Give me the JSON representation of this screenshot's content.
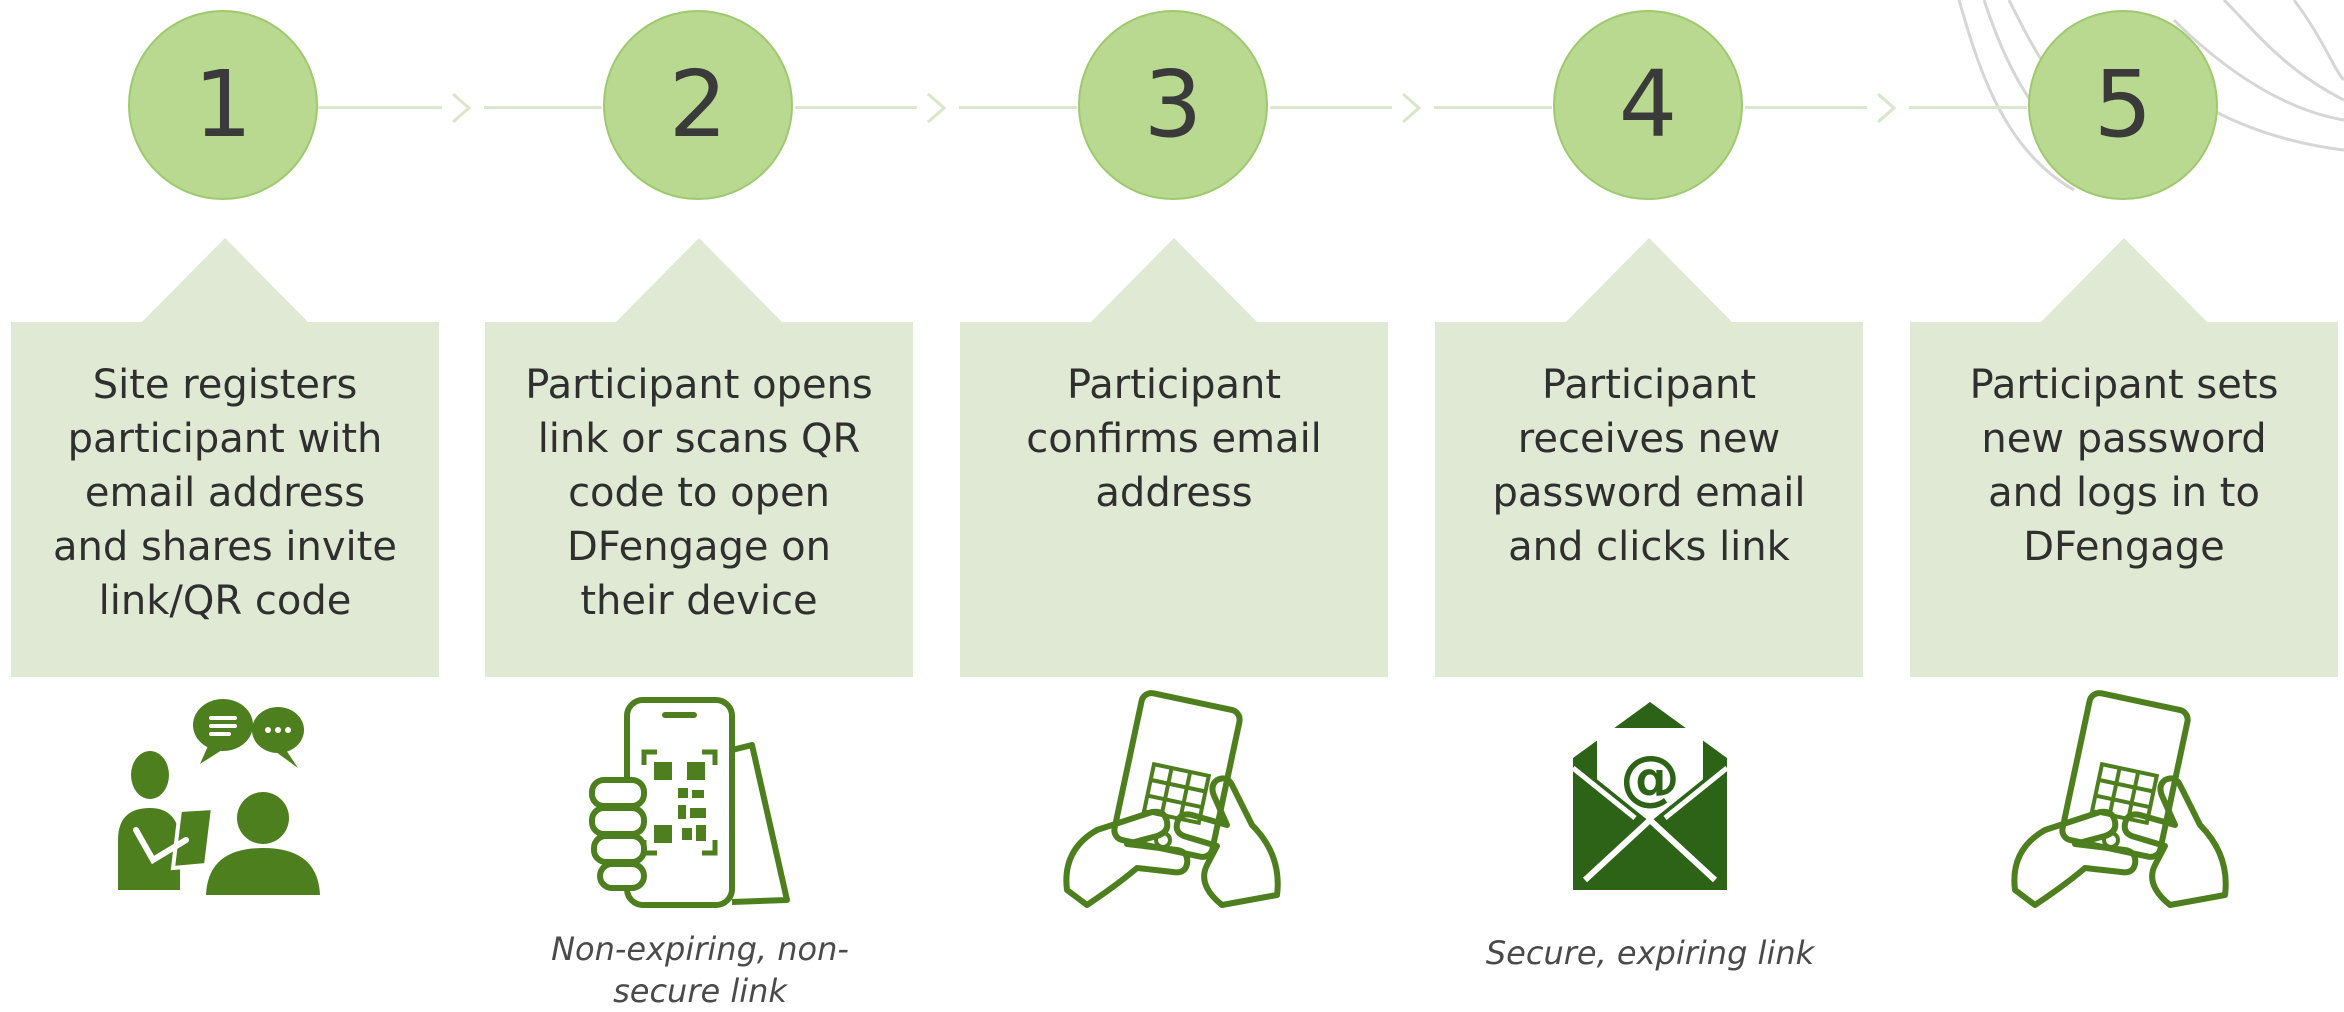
{
  "steps": [
    {
      "number": "1",
      "text_lines": [
        "Site registers",
        "participant with",
        "email address",
        "and shares invite",
        "link/QR code"
      ],
      "icon": "people-chat-icon"
    },
    {
      "number": "2",
      "text_lines": [
        "Participant opens",
        "link or scans QR",
        "code to open",
        "DFengage on",
        "their device"
      ],
      "icon": "phone-qr-code-icon",
      "footnote_lines": [
        "Non-expiring, non-",
        "secure link"
      ]
    },
    {
      "number": "3",
      "text_lines": [
        "Participant",
        "confirms email",
        "address"
      ],
      "icon": "hands-keypad-icon"
    },
    {
      "number": "4",
      "text_lines": [
        "Participant",
        "receives new",
        "password email",
        "and clicks link"
      ],
      "icon": "email-envelope-icon",
      "footnote_lines": [
        "Secure, expiring link"
      ]
    },
    {
      "number": "5",
      "text_lines": [
        "Participant sets",
        "new password",
        "and logs in to",
        "DFengage"
      ],
      "icon": "hands-keypad-icon"
    }
  ],
  "colors": {
    "circle_fill": "#b8d98f",
    "circle_border": "#9ec96e",
    "callout_fill": "#dfe9d3",
    "icon_green": "#4e7f1e",
    "icon_dark_green": "#2d6316",
    "connector": "#dbe8cf",
    "decor_lines": "#d6d6d6"
  }
}
